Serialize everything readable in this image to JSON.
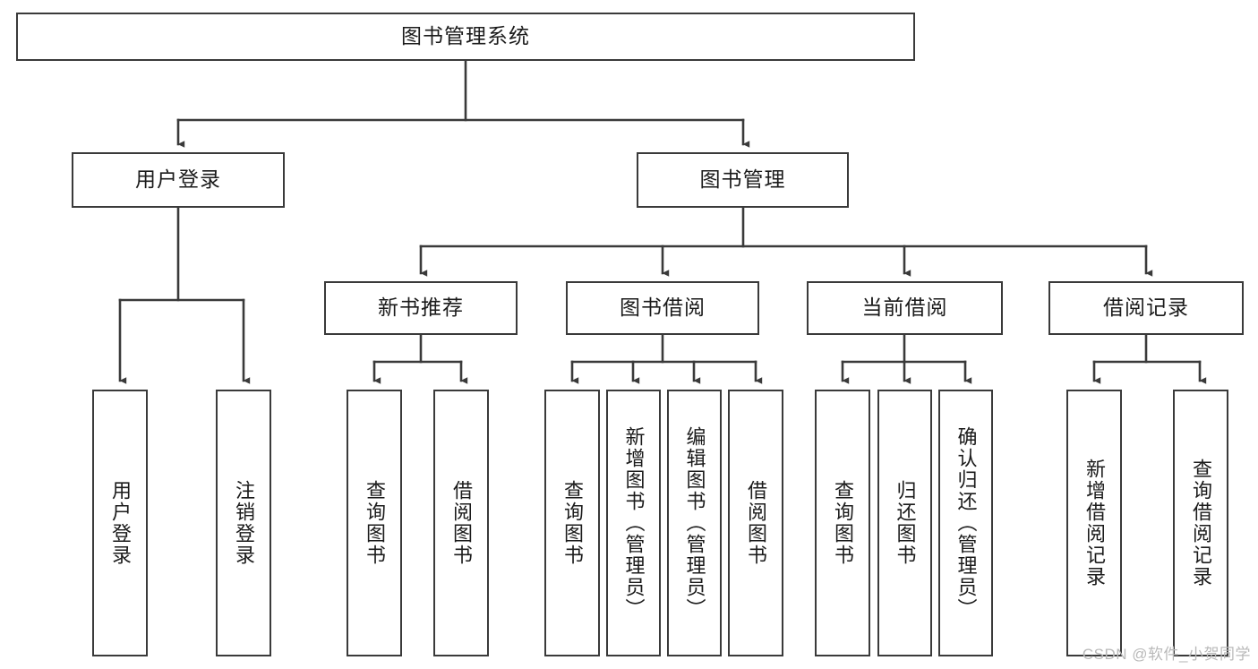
{
  "diagram": {
    "title": "图书管理系统",
    "type": "tree-hierarchy-diagram",
    "colors": {
      "box_border": "#3a3a3a",
      "box_fill": "#ffffff",
      "link_stroke": "#3a3a3a",
      "text": "#1b1b1b",
      "watermark": "#b9b9b9"
    },
    "nodes": {
      "root": {
        "label": "图书管理系统"
      },
      "level2": [
        {
          "label": "用户登录"
        },
        {
          "label": "图书管理"
        }
      ],
      "level3": [
        {
          "label": "新书推荐"
        },
        {
          "label": "图书借阅"
        },
        {
          "label": "当前借阅"
        },
        {
          "label": "借阅记录"
        }
      ],
      "leaves_user_login": [
        {
          "label": "用户登录"
        },
        {
          "label": "注销登录"
        }
      ],
      "leaves_new_book": [
        {
          "label": "查询图书"
        },
        {
          "label": "借阅图书"
        }
      ],
      "leaves_borrow": [
        {
          "label": "查询图书"
        },
        {
          "label": "新增图书（管理员）"
        },
        {
          "label": "编辑图书（管理员）"
        },
        {
          "label": "借阅图书"
        }
      ],
      "leaves_current": [
        {
          "label": "查询图书"
        },
        {
          "label": "归还图书"
        },
        {
          "label": "确认归还（管理员）"
        }
      ],
      "leaves_record": [
        {
          "label": "新增借阅记录"
        },
        {
          "label": "查询借阅记录"
        }
      ]
    },
    "watermark": "CSDN @软件_小贺同学"
  }
}
